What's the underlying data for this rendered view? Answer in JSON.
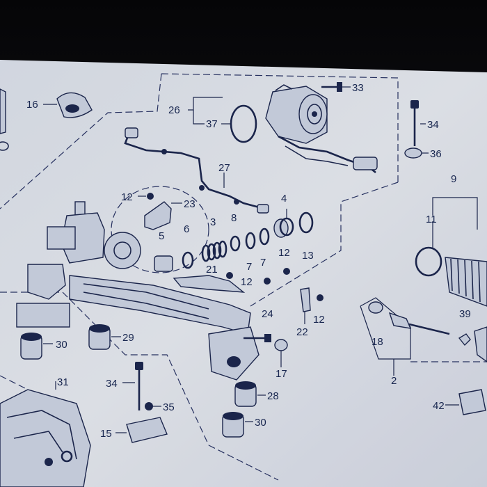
{
  "diagram": {
    "colors": {
      "paper": "#e4e8f1",
      "ink": "#1d2850",
      "bezel": "#0a0a0c"
    },
    "part_numbers": [
      "16",
      "26",
      "37",
      "33",
      "34",
      "36",
      "27",
      "12",
      "23",
      "5",
      "6",
      "3",
      "8",
      "4",
      "9",
      "11",
      "21",
      "7",
      "7",
      "12",
      "13",
      "12",
      "24",
      "22",
      "12",
      "18",
      "39",
      "30",
      "29",
      "31",
      "34",
      "35",
      "15",
      "28",
      "30",
      "17",
      "2",
      "42"
    ]
  }
}
